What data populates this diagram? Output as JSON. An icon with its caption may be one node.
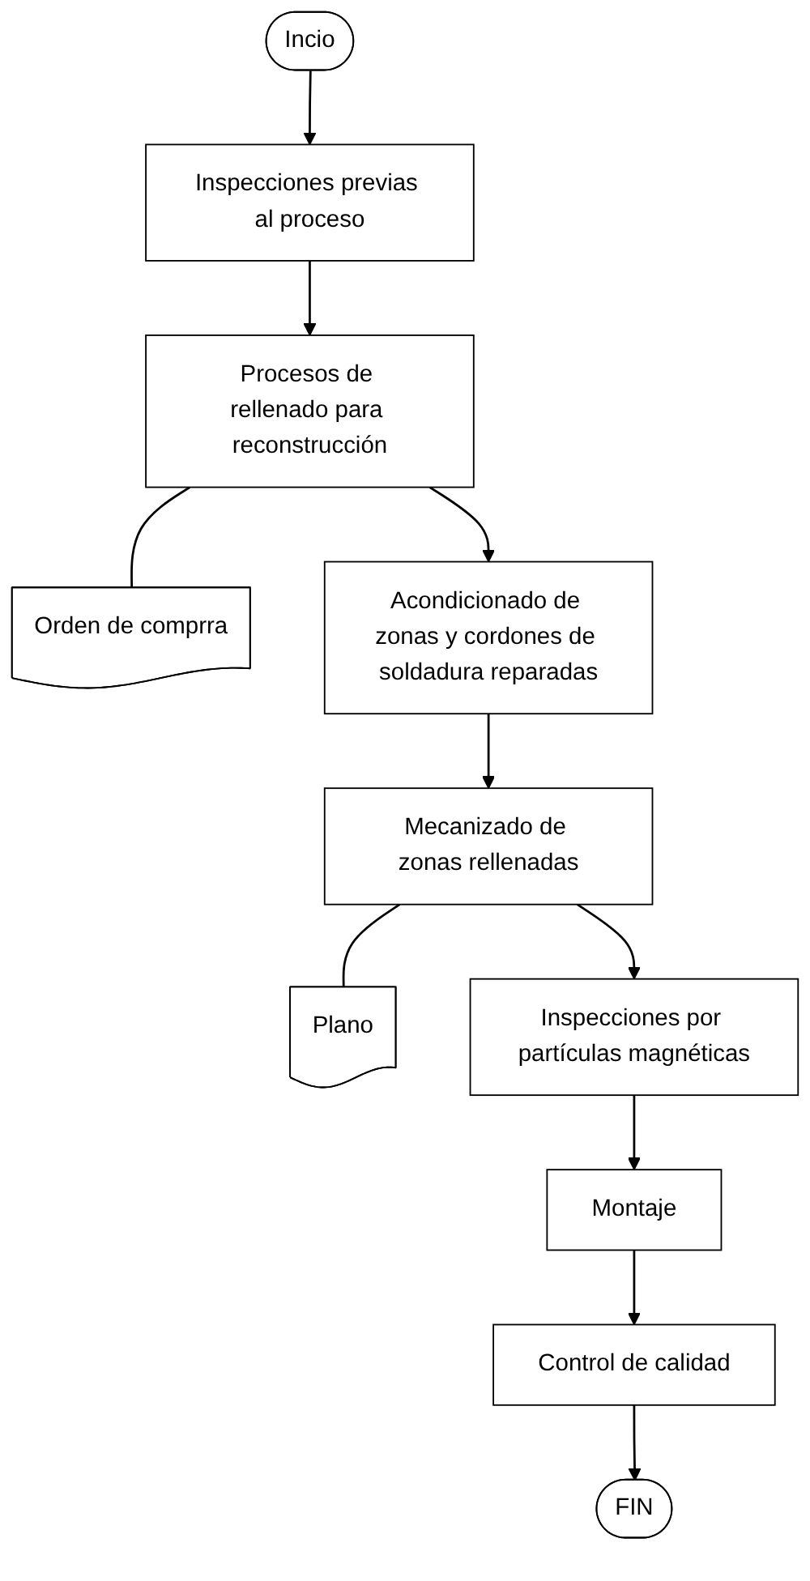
{
  "diagram": {
    "nodes": [
      {
        "text": [
          "Incio"
        ]
      },
      {
        "text": [
          "Inspecciones previas al proceso"
        ]
      },
      {
        "text": [
          "Procesos de rellenado para reconstrucción"
        ]
      },
      {
        "text": [
          "Orden de comprra"
        ]
      },
      {
        "text": [
          "Acondicionado de zonas y cordones de soldadura reparadas"
        ]
      },
      {
        "text": [
          "Mecanizado de zonas rellenadas"
        ]
      },
      {
        "text": [
          "Plano"
        ]
      },
      {
        "text": [
          "Inspecciones por partículas magnéticas"
        ]
      },
      {
        "text": [
          "Montaje"
        ]
      },
      {
        "text": [
          "Control de calidad"
        ]
      },
      {
        "text": [
          "FIN"
        ]
      }
    ],
    "edges": [
      {
        "from": 0,
        "to": 1,
        "arrow": "to"
      },
      {
        "from": 1,
        "to": 2,
        "arrow": "to"
      },
      {
        "from": 2,
        "to": 3,
        "arrow": "none"
      },
      {
        "from": 2,
        "to": 4,
        "arrow": "to"
      },
      {
        "from": 4,
        "to": 5,
        "arrow": "to"
      },
      {
        "from": 5,
        "to": 6,
        "arrow": "none"
      },
      {
        "from": 5,
        "to": 7,
        "arrow": "to"
      },
      {
        "from": 7,
        "to": 8,
        "arrow": "to"
      },
      {
        "from": 8,
        "to": 9,
        "arrow": "to"
      },
      {
        "from": 9,
        "to": 10,
        "arrow": "to"
      }
    ]
  }
}
